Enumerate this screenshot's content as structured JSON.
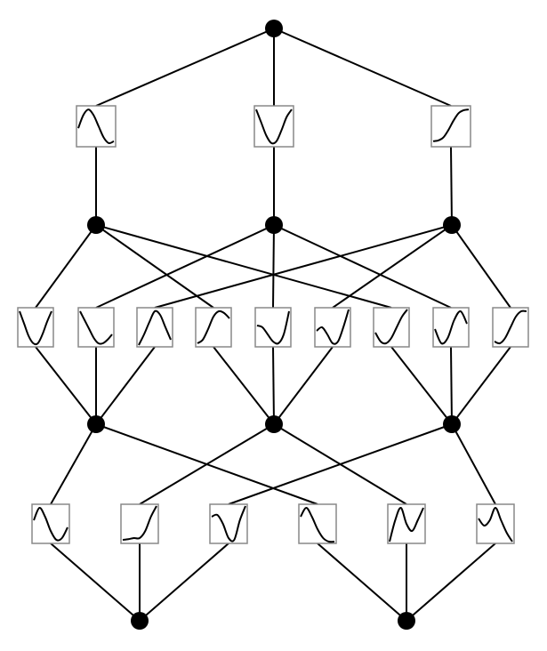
{
  "diagram": {
    "type": "kan-network",
    "colors": {
      "node": "#000000",
      "edge": "#000000",
      "box_border": "#888888",
      "curve": "#000000"
    },
    "layers": [
      {
        "nodes": 1
      },
      {
        "nodes": 3
      },
      {
        "nodes": 3
      },
      {
        "nodes": 2
      }
    ],
    "activation_curves": [
      [
        [
          0.45,
          0.8,
          0.95,
          0.8,
          0.5,
          0.2,
          0.05,
          0.1
        ],
        [
          0.95,
          0.6,
          0.25,
          0.05,
          0.1,
          0.4,
          0.75,
          0.95
        ],
        [
          0.1,
          0.12,
          0.2,
          0.4,
          0.65,
          0.85,
          0.93,
          0.95
        ]
      ],
      [
        [
          0.95,
          0.6,
          0.25,
          0.05,
          0.05,
          0.3,
          0.65,
          0.95
        ],
        [
          0.95,
          0.7,
          0.45,
          0.2,
          0.05,
          0.05,
          0.15,
          0.3
        ],
        [
          0.0,
          0.3,
          0.65,
          0.95,
          0.85,
          0.5,
          0.15
        ],
        [
          0.05,
          0.15,
          0.45,
          0.8,
          0.95,
          0.9,
          0.75
        ],
        [
          0.55,
          0.5,
          0.3,
          0.1,
          0.05,
          0.3,
          0.95
        ],
        [
          0.4,
          0.5,
          0.3,
          0.05,
          0.1,
          0.5,
          1.0
        ],
        [
          0.35,
          0.1,
          0.05,
          0.2,
          0.5,
          0.8,
          1.0
        ],
        [
          0.45,
          0.05,
          0.2,
          0.7,
          0.95,
          0.6
        ],
        [
          0.1,
          0.05,
          0.2,
          0.5,
          0.8,
          0.95,
          0.95
        ]
      ],
      [
        [
          0.6,
          0.95,
          0.7,
          0.3,
          0.05,
          0.1,
          0.4
        ],
        [
          0.05,
          0.07,
          0.1,
          0.1,
          0.3,
          0.7,
          1.0
        ],
        [
          0.7,
          0.75,
          0.5,
          0.1,
          0.05,
          0.6,
          1.0
        ],
        [
          0.7,
          0.95,
          0.7,
          0.35,
          0.1,
          0.0,
          0.0
        ],
        [
          0.0,
          0.6,
          0.95,
          0.5,
          0.3,
          0.6,
          0.95
        ],
        [
          0.65,
          0.45,
          0.6,
          0.95,
          0.6,
          0.25,
          0.0
        ]
      ]
    ]
  }
}
